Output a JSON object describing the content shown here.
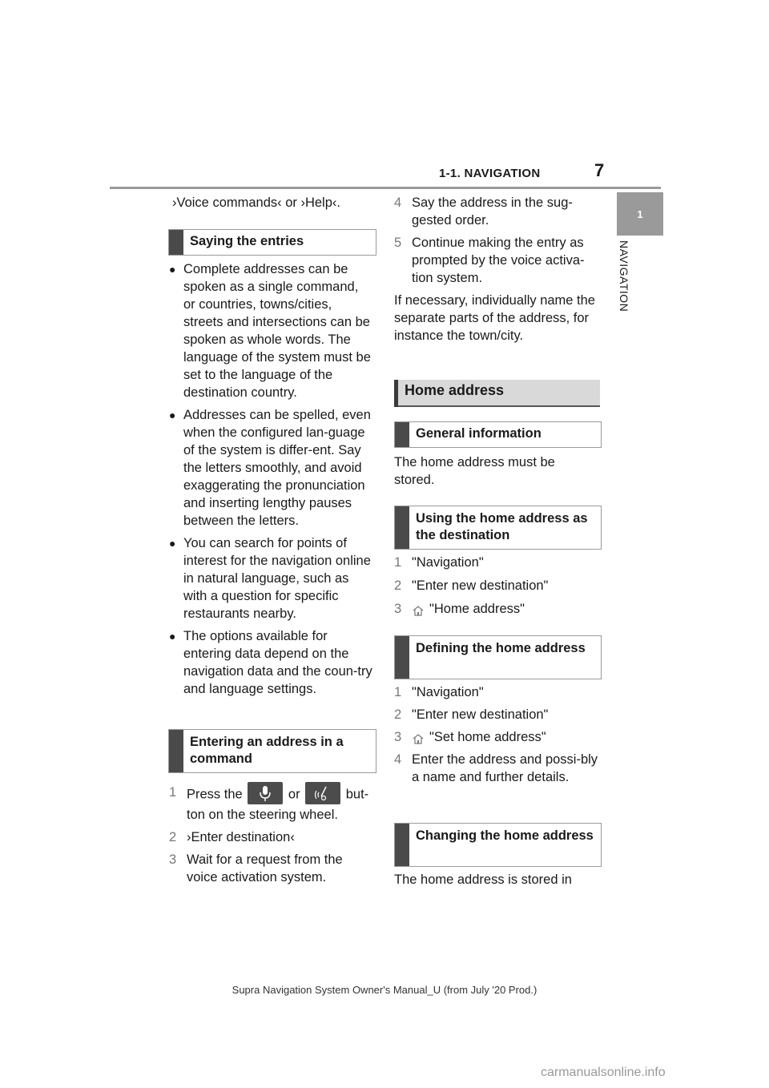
{
  "header": {
    "section": "1-1. NAVIGATION",
    "page_number": "7"
  },
  "side": {
    "tab_number": "1",
    "label": "NAVIGATION"
  },
  "left": {
    "intro": "›Voice commands‹ or ›Help‹.",
    "saying_entries": "Saying the entries",
    "bullets": [
      "Complete addresses can be spoken as a single command, or countries, towns/cities, streets and intersections can be spoken as whole words. The language of the system must be set to the language of the destination country.",
      "Addresses can be spelled, even when the configured lan-guage of the system is differ-ent. Say the letters smoothly, and avoid exaggerating the pronunciation and inserting lengthy pauses between the letters.",
      "You can search for points of interest for the navigation online in natural language, such as with a question for specific restaurants nearby.",
      "The options available for entering data depend on the navigation data and the coun-try and language settings."
    ],
    "entering_address": "Entering an address in a command",
    "steps": [
      {
        "num": "1",
        "pre": "Press the",
        "mid": "or",
        "post": "but-ton on the steering wheel."
      },
      {
        "num": "2",
        "text": "›Enter destination‹"
      },
      {
        "num": "3",
        "text": "Wait for a request from the voice activation system."
      }
    ]
  },
  "right": {
    "steps_top": [
      {
        "num": "4",
        "text": "Say the address in the sug-gested order."
      },
      {
        "num": "5",
        "text": "Continue making the entry as prompted by the voice activa-tion system."
      }
    ],
    "note": "If necessary, individually name the separate parts of the address, for instance the town/city.",
    "home_address": "Home address",
    "general_info": "General information",
    "general_text": "The home address must be stored.",
    "using_home": "Using the home address as the destination",
    "using_steps": [
      {
        "num": "1",
        "text": "\"Navigation\""
      },
      {
        "num": "2",
        "text": "\"Enter new destination\""
      },
      {
        "num": "3",
        "text": "\"Home address\""
      }
    ],
    "defining_home": "Defining the home address",
    "defining_steps": [
      {
        "num": "1",
        "text": "\"Navigation\""
      },
      {
        "num": "2",
        "text": "\"Enter new destination\""
      },
      {
        "num": "3",
        "text": "\"Set home address\""
      },
      {
        "num": "4",
        "text": "Enter the address and possi-bly a name and further details."
      }
    ],
    "changing_home": "Changing the home address",
    "changing_text": "The home address is stored in"
  },
  "footer": "Supra Navigation System Owner's Manual_U (from July '20 Prod.)",
  "watermark": "carmanualsonline.info",
  "icons": [
    "microphone-icon",
    "voice-command-icon",
    "home-icon"
  ],
  "colors": {
    "rule": "#9a9a9a",
    "heading_bar": "#4a4a4a",
    "main_heading_bg": "#d9d9d9"
  }
}
